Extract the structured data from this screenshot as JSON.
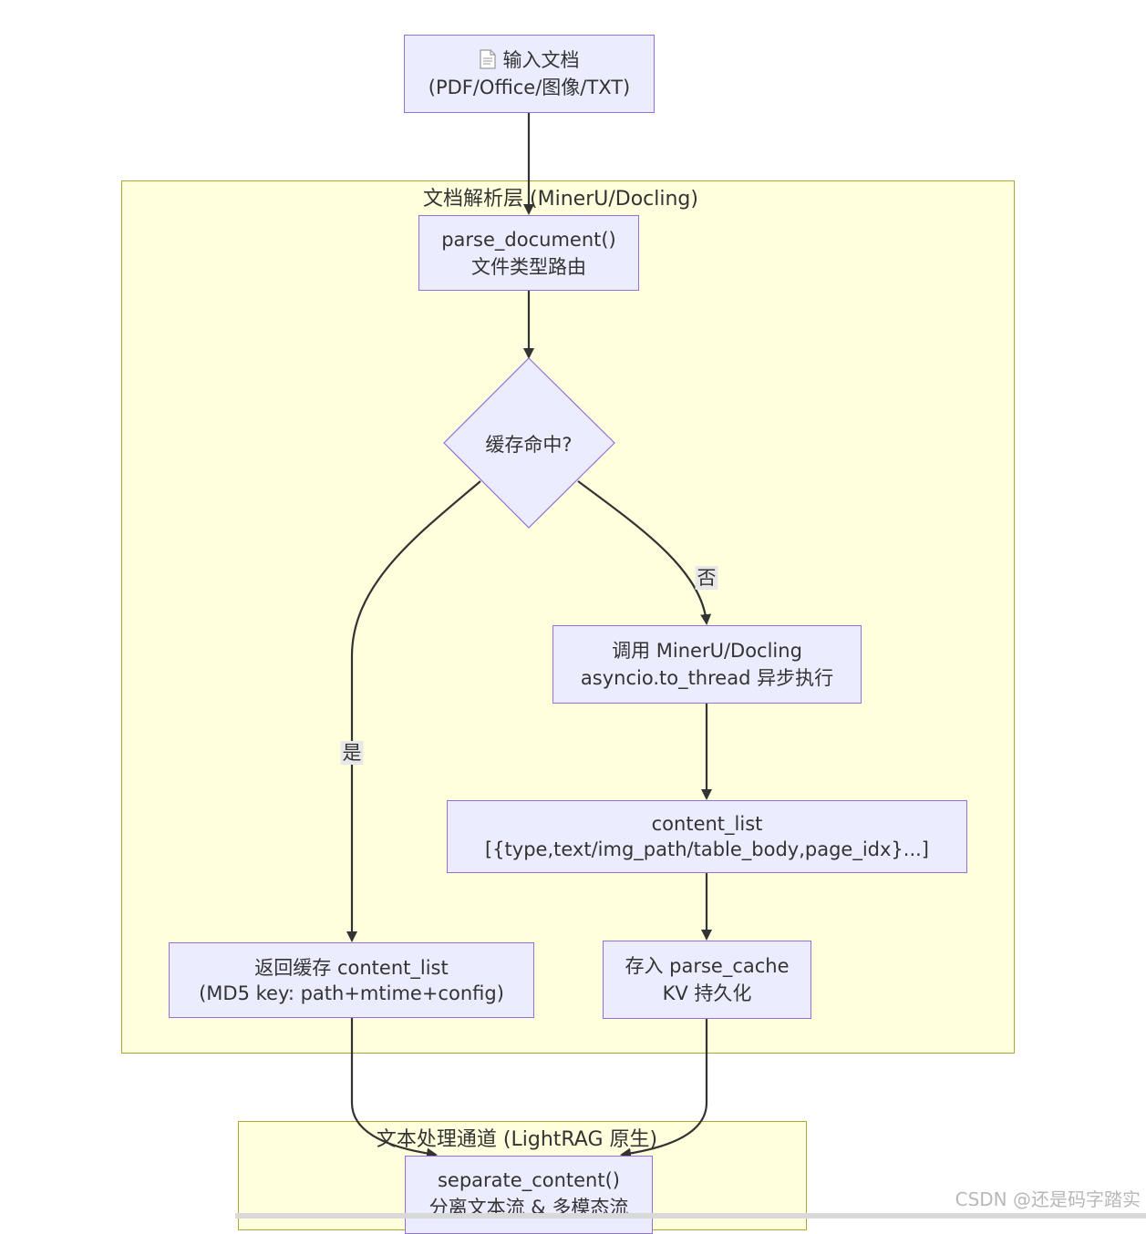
{
  "input_node": {
    "icon": "document-icon",
    "line1": "输入文档",
    "line2": "(PDF/Office/图像/TXT)"
  },
  "parse_subgraph": {
    "title": "文档解析层 (MinerU/Docling)",
    "parse_node": {
      "line1": "parse_document()",
      "line2": "文件类型路由"
    },
    "cache_decision": {
      "label": "缓存命中?"
    },
    "edge_yes": "是",
    "edge_no": "否",
    "call_node": {
      "line1": "调用 MinerU/Docling",
      "line2": "asyncio.to_thread 异步执行"
    },
    "content_list_node": {
      "line1": "content_list",
      "line2": "[{type,text/img_path/table_body,page_idx}...]"
    },
    "return_cache_node": {
      "line1": "返回缓存 content_list",
      "line2": "(MD5 key: path+mtime+config)"
    },
    "store_cache_node": {
      "line1": "存入 parse_cache",
      "line2": "KV 持久化"
    }
  },
  "text_subgraph": {
    "title": "文本处理通道 (LightRAG 原生)",
    "separate_node": {
      "line1": "separate_content()",
      "line2": "分离文本流 & 多模态流"
    }
  },
  "watermark": "CSDN @还是码字踏实",
  "colors": {
    "node_fill": "#ececff",
    "node_stroke": "#9370db",
    "cluster_fill": "#ffffde",
    "cluster_stroke": "#aaaa33",
    "edge": "#333333"
  }
}
